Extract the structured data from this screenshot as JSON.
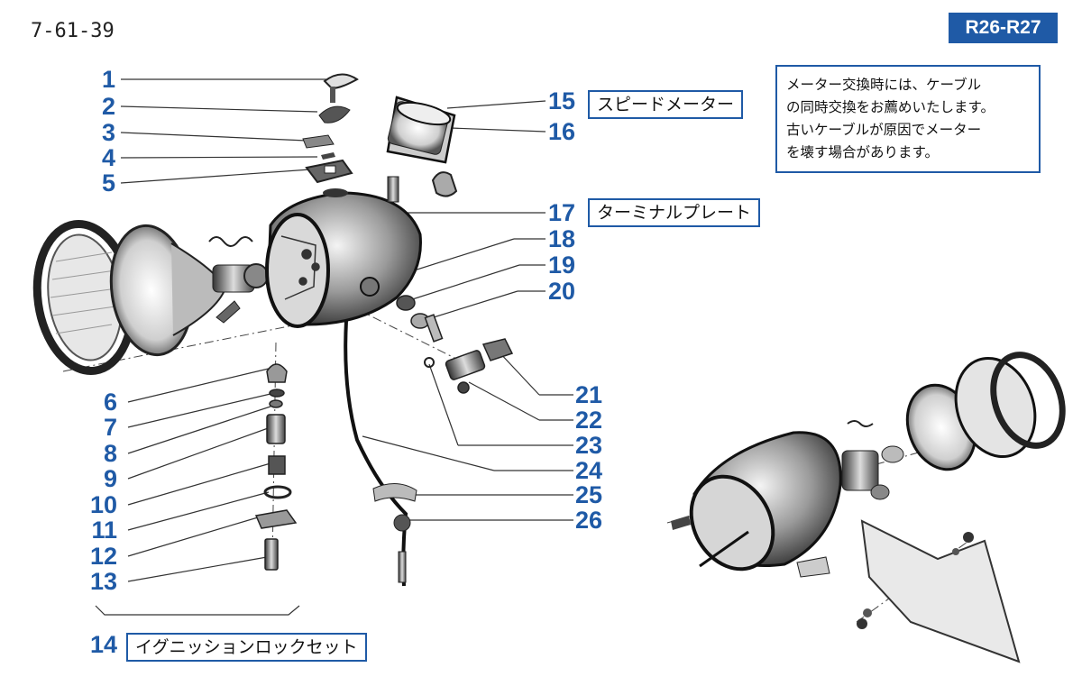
{
  "header": {
    "page_code": "7-61-39",
    "model_badge": "R26-R27"
  },
  "note": {
    "lines": [
      "メーター交換時には、ケーブル",
      "の同時交換をお薦めいたします。",
      "古いケーブルが原因でメーター",
      "を壊す場合があります。"
    ]
  },
  "callouts": {
    "n1": "1",
    "n2": "2",
    "n3": "3",
    "n4": "4",
    "n5": "5",
    "n6": "6",
    "n7": "7",
    "n8": "8",
    "n9": "9",
    "n10": "10",
    "n11": "11",
    "n12": "12",
    "n13": "13",
    "n14": "14",
    "n15": "15",
    "n16": "16",
    "n17": "17",
    "n18": "18",
    "n19": "19",
    "n20": "20",
    "n21": "21",
    "n22": "22",
    "n23": "23",
    "n24": "24",
    "n25": "25",
    "n26": "26"
  },
  "labels": {
    "speedometer": "スピードメーター",
    "terminal_plate": "ターミナルプレート",
    "ignition_lock_set": "イグニッションロックセット"
  },
  "colors": {
    "accent": "#1f5aa6",
    "line": "#333333"
  }
}
